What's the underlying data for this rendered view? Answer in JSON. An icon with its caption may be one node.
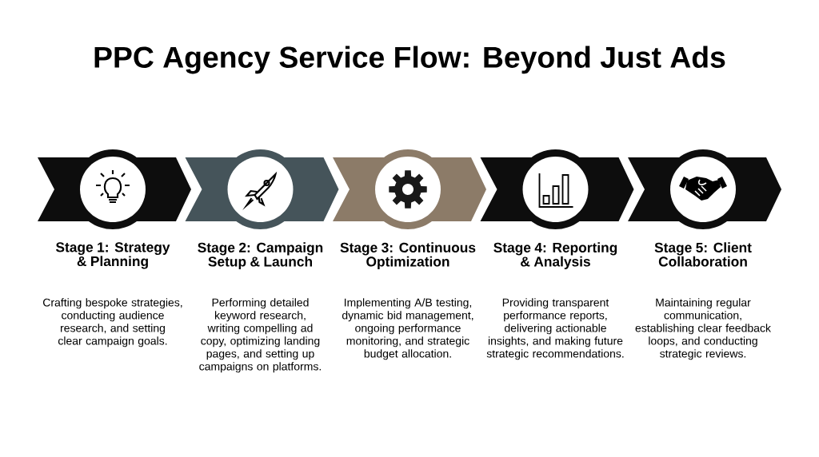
{
  "diagram": {
    "title": "PPC Agency Service Flow: Beyond Just Ads",
    "nodes": [
      {
        "text": [
          "Stage 1: Strategy & Planning",
          "Crafting bespoke strategies, conducting audience research, and setting clear campaign goals."
        ]
      },
      {
        "text": [
          "Stage 2: Campaign Setup & Launch",
          "Performing detailed keyword research, writing compelling ad copy, optimizing landing pages, and setting up campaigns on platforms."
        ]
      },
      {
        "text": [
          "Stage 3: Continuous Optimization",
          "Implementing A/B testing, dynamic bid management, ongoing performance monitoring, and strategic budget allocation."
        ]
      },
      {
        "text": [
          "Stage 4: Reporting & Analysis",
          "Providing transparent performance reports, delivering actionable insights, and making future strategic recommendations."
        ]
      },
      {
        "text": [
          "Stage 5: Client Collaboration",
          "Maintaining regular communication, establishing clear feedback loops, and conducting strategic reviews."
        ]
      }
    ]
  }
}
